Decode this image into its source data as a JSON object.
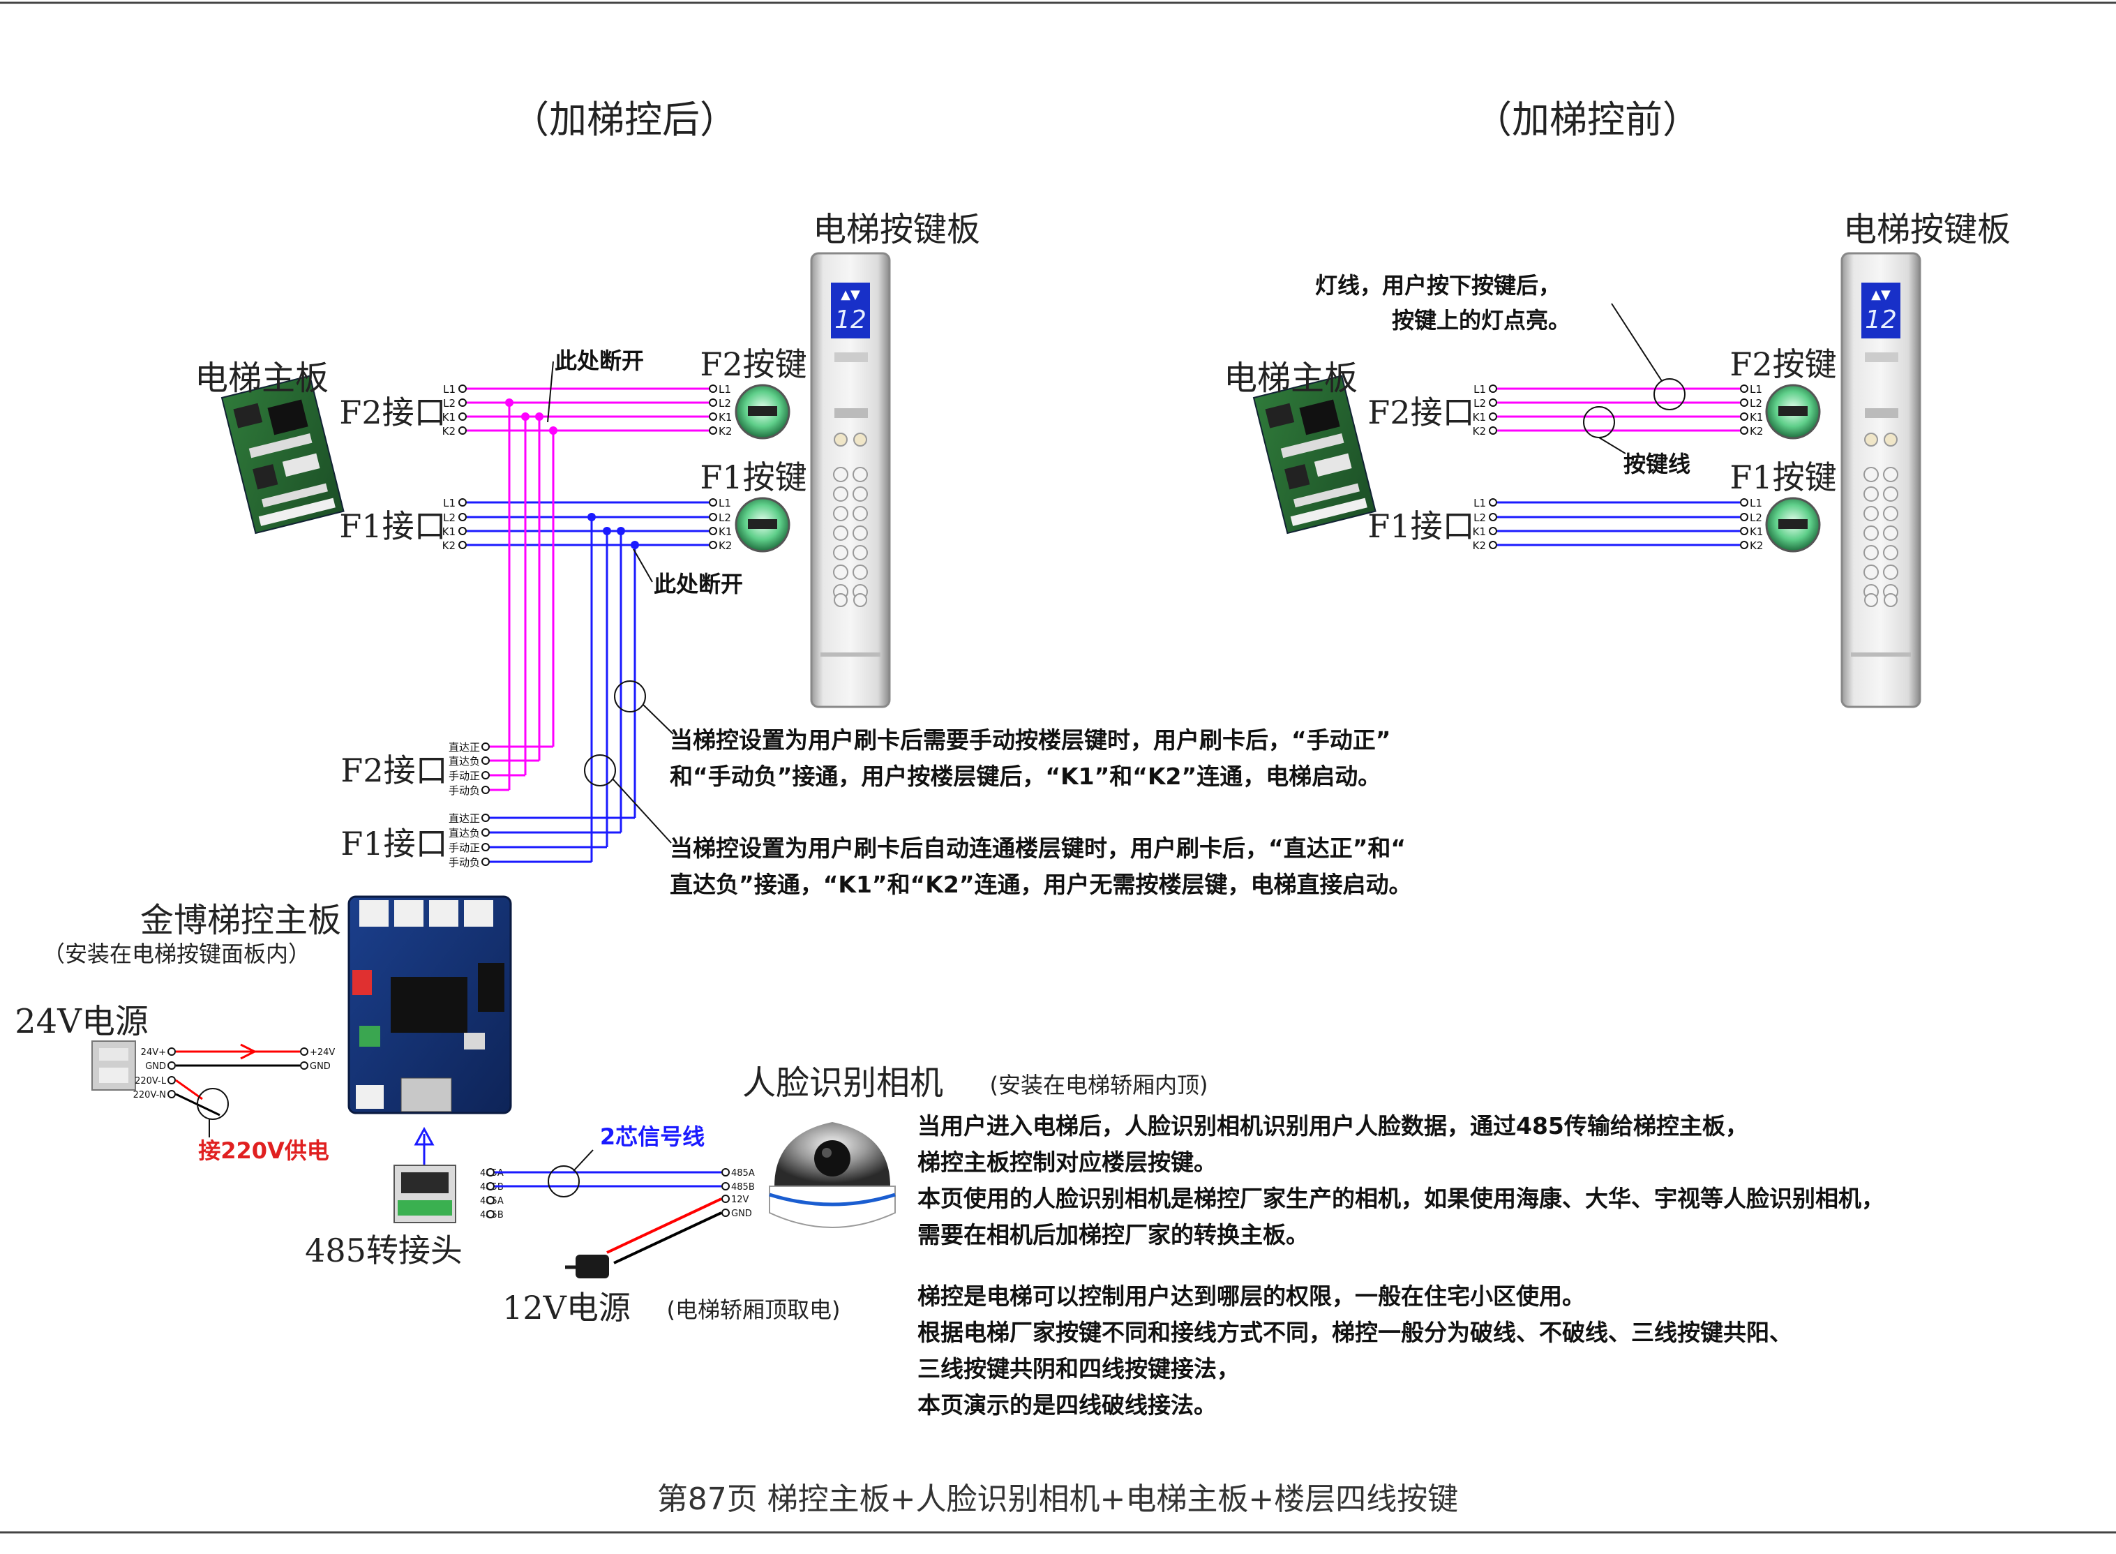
{
  "titles": {
    "after": "（加梯控后）",
    "before": "（加梯控前）"
  },
  "labels": {
    "panel_after": "电梯按键板",
    "panel_before": "电梯按键板",
    "mainboard_after": "电梯主板",
    "mainboard_before": "电梯主板",
    "f2_port": "F2接口",
    "f1_port": "F1接口",
    "f2_button": "F2按键",
    "f1_button": "F1按键",
    "break_top": "此处断开",
    "break_bottom": "此处断开",
    "lamp_note_1": "灯线，用户按下按键后，",
    "lamp_note_2": "按键上的灯点亮。",
    "key_wire": "按键线",
    "ctrl_f2_port": "F2接口",
    "ctrl_f1_port": "F1接口",
    "controller_title": "金博梯控主板",
    "controller_sub": "（安装在电梯按键面板内）",
    "power24": "24V电源",
    "power220": "接220V供电",
    "adapter485": "485转接头",
    "signal_wire": "2芯信号线",
    "camera_title": "人脸识别相机",
    "camera_sub": "(安装在电梯轿厢内顶)",
    "power12": "12V电源",
    "power12_sub": "(电梯轿厢顶取电)",
    "footer": "第87页  梯控主板+人脸识别相机+电梯主板+楼层四线按键"
  },
  "pins": {
    "main": [
      "L1",
      "L2",
      "K1",
      "K2"
    ],
    "ctrl": [
      "直达正",
      "直达负",
      "手动正",
      "手动负"
    ],
    "power24": [
      "24V+",
      "GND",
      "220V-L",
      "220V-N"
    ],
    "power24_out": [
      "+24V",
      "GND"
    ],
    "adapter": [
      "485A",
      "485B",
      "485A",
      "485B"
    ],
    "camera": [
      "485A",
      "485B",
      "12V",
      "GND"
    ]
  },
  "display_digit": "12",
  "notes": {
    "manual_1": "当梯控设置为用户刷卡后需要手动按楼层键时，用户刷卡后，“手动正”",
    "manual_2": "和“手动负”接通，用户按楼层键后，“K1”和“K2”连通，电梯启动。",
    "auto_1": "当梯控设置为用户刷卡后自动连通楼层键时，用户刷卡后，“直达正”和“",
    "auto_2": "直达负”接通，“K1”和“K2”连通，用户无需按楼层键，电梯直接启动。",
    "camera_1": "当用户进入电梯后，人脸识别相机识别用户人脸数据，通过485传输给梯控主板，",
    "camera_2": "梯控主板控制对应楼层按键。",
    "camera_3": "本页使用的人脸识别相机是梯控厂家生产的相机，如果使用海康、大华、宇视等人脸识别相机，",
    "camera_4": "需要在相机后加梯控厂家的转换主板。",
    "info_1": "梯控是电梯可以控制用户达到哪层的权限，一般在住宅小区使用。",
    "info_2": "根据电梯厂家按键不同和接线方式不同，梯控一般分为破线、不破线、三线按键共阳、",
    "info_3": "三线按键共阴和四线按键接法，",
    "info_4": "本页演示的是四线破线接法。"
  },
  "colors": {
    "f2_wire": "#ff00ff",
    "f1_wire": "#1a1aff",
    "power_wire": "#ff0000",
    "black_wire": "#000000",
    "signal_text": "#1a1aff",
    "alert_text": "#ff0000"
  }
}
